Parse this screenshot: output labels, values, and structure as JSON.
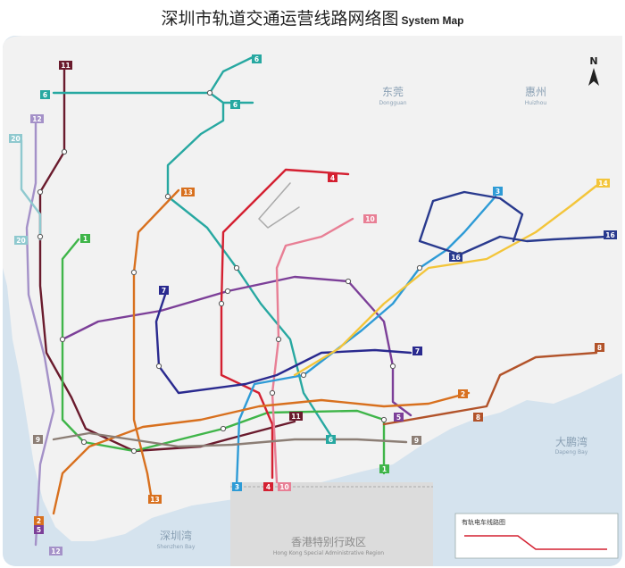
{
  "title": {
    "zh": "深圳市轨道交通运营线路网络图",
    "en": "System Map"
  },
  "colors": {
    "sea": "#d5e3ee",
    "land": "#f2f2f2",
    "hk": "#dcdcdc",
    "l1": "#3fb549",
    "l2": "#d8701e",
    "l3": "#2e9bd6",
    "l4": "#d42031",
    "l5": "#7c3f98",
    "l6": "#27a8a1",
    "l7": "#2a2a8f",
    "l8": "#b2532a",
    "l9": "#8c7e75",
    "l10": "#e87f95",
    "l11": "#6a1b2d",
    "l12": "#a491c8",
    "l14": "#f3c53a",
    "l16": "#293a8e",
    "l20": "#8fc9cf"
  },
  "regions": {
    "dongguan": {
      "zh": "东莞",
      "en": "Dongguan"
    },
    "huizhou": {
      "zh": "惠州",
      "en": "Huizhou"
    },
    "dapeng": {
      "zh": "大鹏湾",
      "en": "Dapeng Bay"
    },
    "shenzhen_bay": {
      "zh": "深圳湾",
      "en": "Shenzhen Bay"
    },
    "hk": {
      "zh": "香港特别行政区",
      "en": "Hong Kong Special Administrative Region"
    }
  },
  "compass": "N",
  "badges": [
    {
      "num": "11",
      "color": "l11"
    },
    {
      "num": "6",
      "color": "l6"
    },
    {
      "num": "6",
      "color": "l6"
    },
    {
      "num": "6",
      "color": "l6"
    },
    {
      "num": "12",
      "color": "l12"
    },
    {
      "num": "20",
      "color": "l20"
    },
    {
      "num": "20",
      "color": "l20"
    },
    {
      "num": "1",
      "color": "l1"
    },
    {
      "num": "4",
      "color": "l4"
    },
    {
      "num": "10",
      "color": "l10"
    },
    {
      "num": "13",
      "color": "l2"
    },
    {
      "num": "7",
      "color": "l7"
    },
    {
      "num": "3",
      "color": "l3"
    },
    {
      "num": "14",
      "color": "l14"
    },
    {
      "num": "16",
      "color": "l16"
    },
    {
      "num": "16",
      "color": "l16"
    },
    {
      "num": "7",
      "color": "l7"
    },
    {
      "num": "8",
      "color": "l8"
    },
    {
      "num": "2",
      "color": "l2"
    },
    {
      "num": "8",
      "color": "l8"
    },
    {
      "num": "5",
      "color": "l5"
    },
    {
      "num": "11",
      "color": "l11"
    },
    {
      "num": "6",
      "color": "l6"
    },
    {
      "num": "9",
      "color": "l9"
    },
    {
      "num": "9",
      "color": "l9"
    },
    {
      "num": "1",
      "color": "l1"
    },
    {
      "num": "3",
      "color": "l3"
    },
    {
      "num": "4",
      "color": "l4"
    },
    {
      "num": "10",
      "color": "l10"
    },
    {
      "num": "2",
      "color": "l2"
    },
    {
      "num": "5",
      "color": "l5"
    },
    {
      "num": "12",
      "color": "l12"
    },
    {
      "num": "13",
      "color": "l2"
    }
  ],
  "tram_legend": {
    "title": "有轨电车线路图"
  }
}
